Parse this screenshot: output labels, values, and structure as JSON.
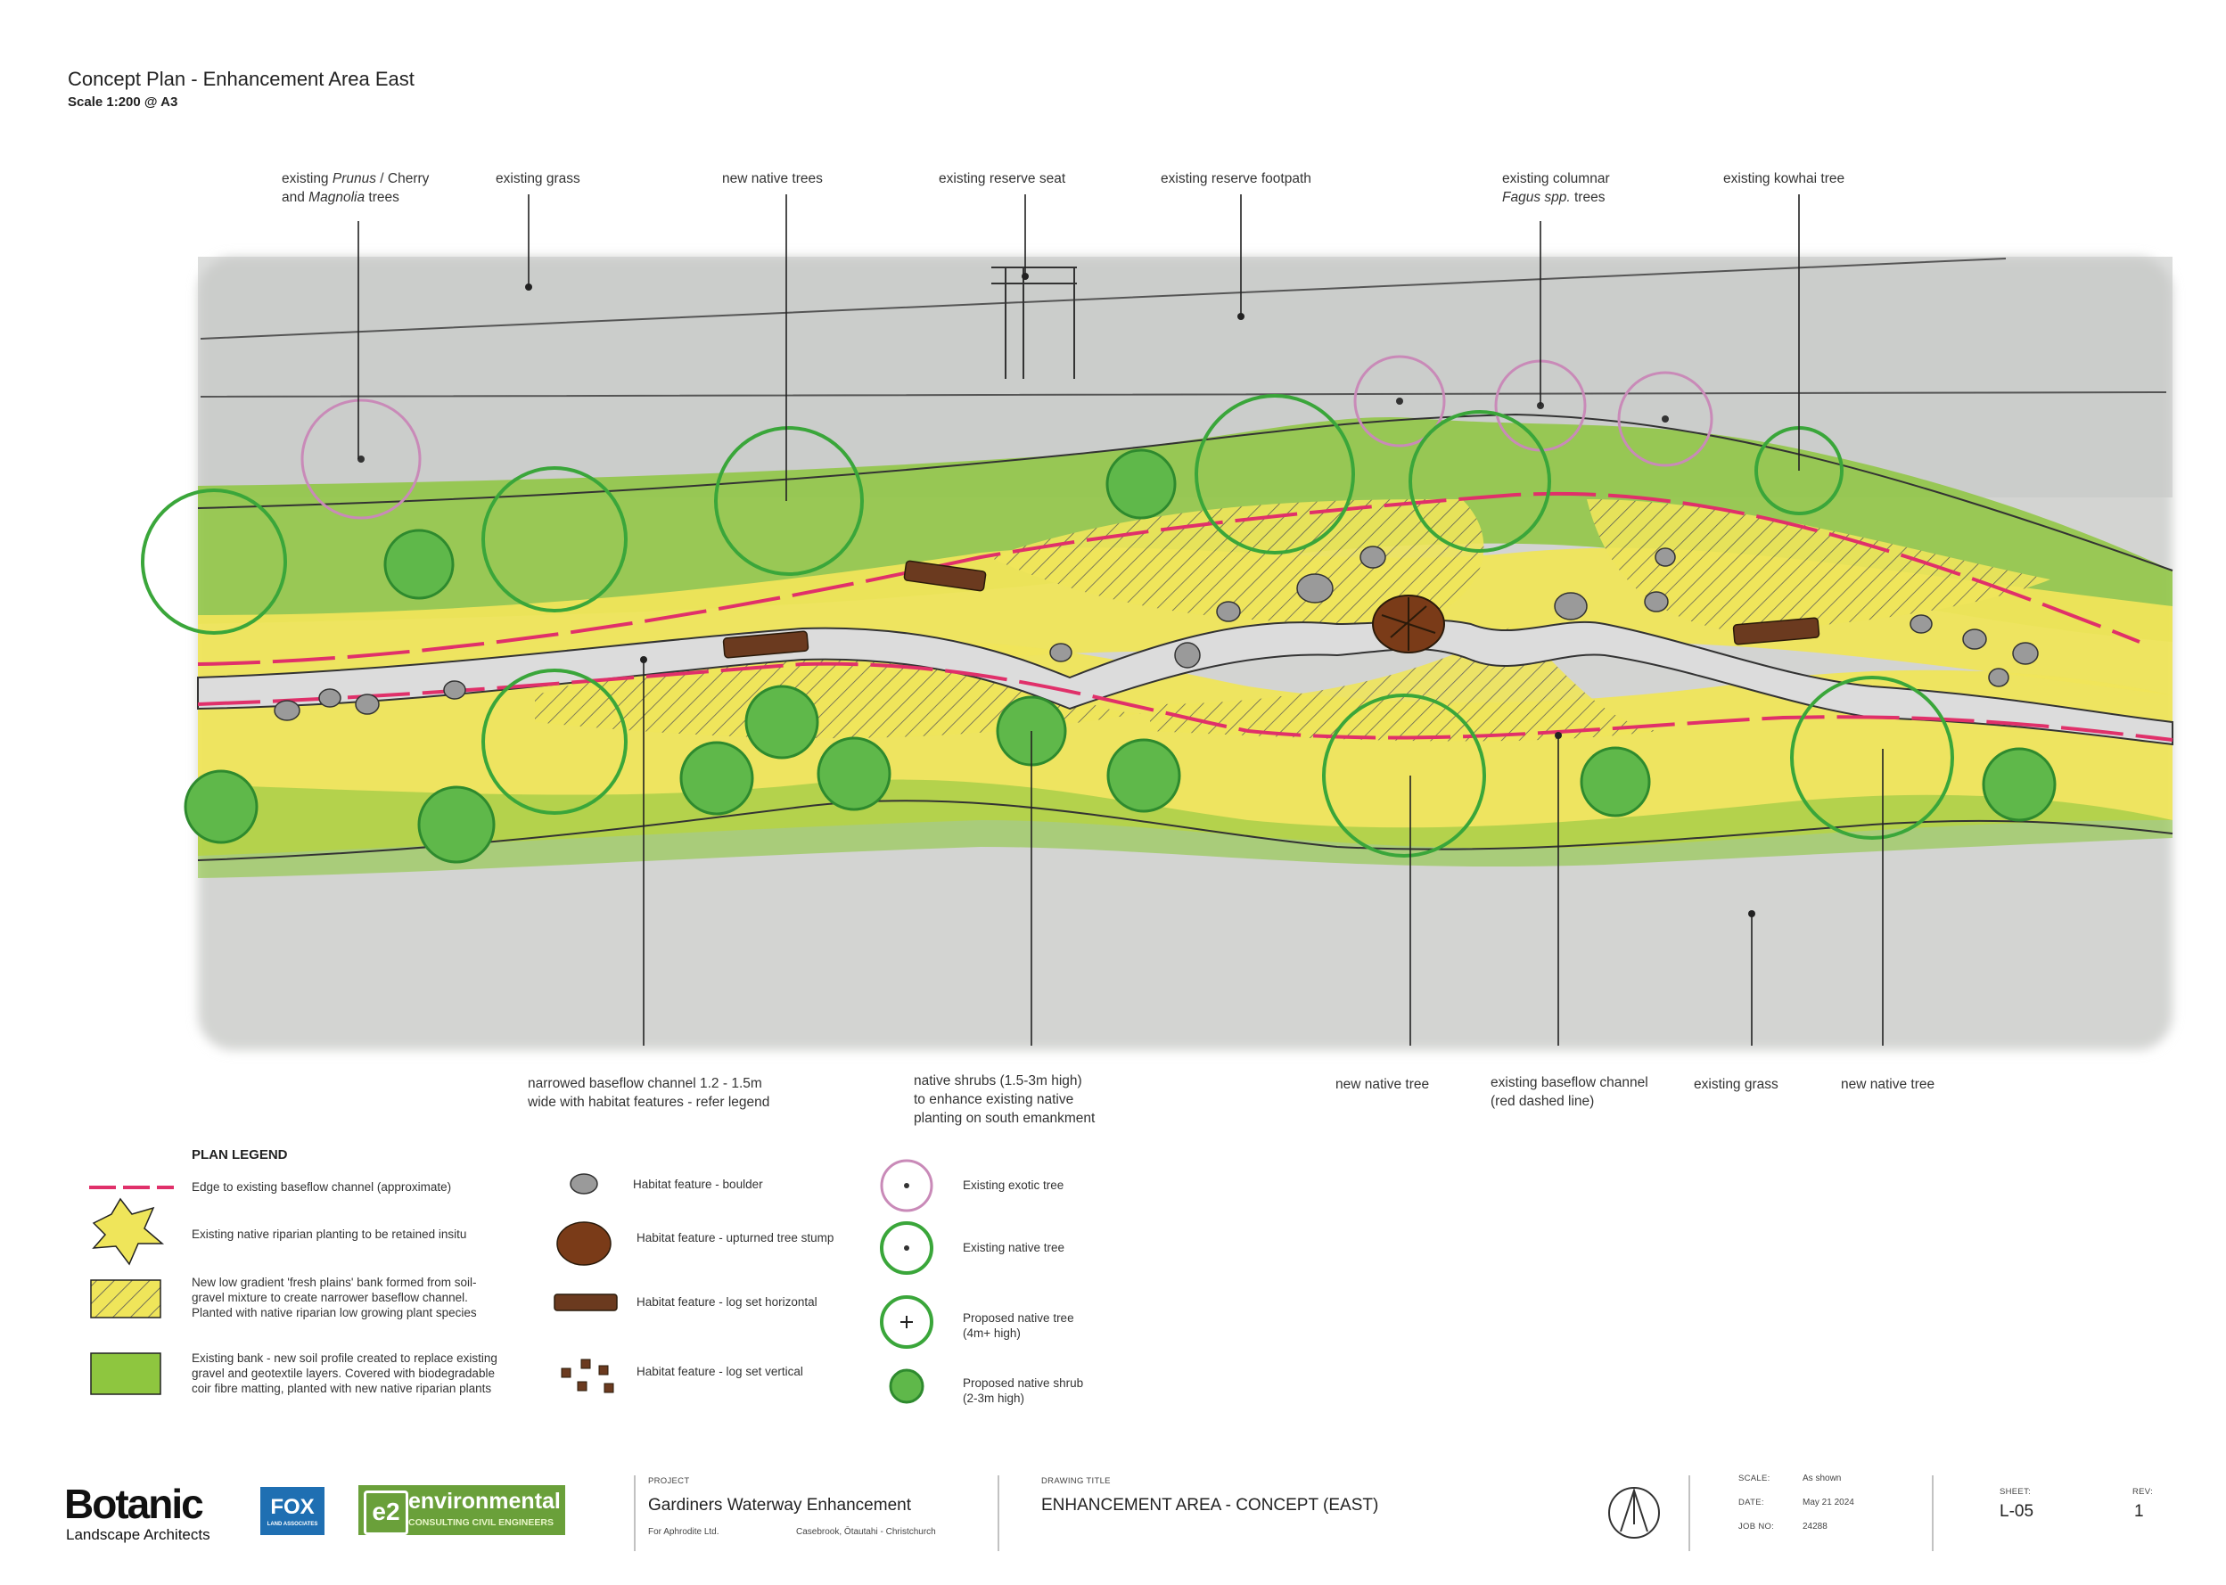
{
  "title": "Concept Plan - Enhancement Area East",
  "scale": "Scale 1:200 @ A3",
  "callouts_top": [
    {
      "id": "prunus",
      "line1_a": "existing ",
      "line1_i": "Prunus",
      "line1_b": " / Cherry",
      "line2_a": "and ",
      "line2_i": "Magnolia",
      "line2_b": " trees"
    },
    {
      "id": "grass",
      "text": "existing grass"
    },
    {
      "id": "new-trees",
      "text": "new native trees"
    },
    {
      "id": "seat",
      "text": "existing reserve seat"
    },
    {
      "id": "footpath",
      "text": "existing reserve footpath"
    },
    {
      "id": "fagus",
      "line1": "existing columnar",
      "line2_i": "Fagus spp.",
      "line2_b": " trees"
    },
    {
      "id": "kowhai",
      "text": "existing kowhai tree"
    }
  ],
  "callouts_bottom": [
    {
      "id": "baseflow",
      "line1": "narrowed baseflow channel 1.2 - 1.5m",
      "line2": "wide with habitat features - refer legend"
    },
    {
      "id": "shrubs",
      "line1": "native shrubs (1.5-3m high)",
      "line2": "to enhance existing native",
      "line3": "planting on south emankment"
    },
    {
      "id": "new-tree-1",
      "text": "new native tree"
    },
    {
      "id": "existing-channel",
      "line1": "existing baseflow channel",
      "line2": "(red dashed line)"
    },
    {
      "id": "grass-2",
      "text": "existing grass"
    },
    {
      "id": "new-tree-2",
      "text": "new native tree"
    }
  ],
  "legend": {
    "heading": "PLAN LEGEND",
    "col1": [
      {
        "lines": [
          "Edge to existing baseflow channel (approximate)"
        ]
      },
      {
        "lines": [
          "Existing native riparian planting to be retained insitu"
        ]
      },
      {
        "lines": [
          "New low gradient 'fresh plains' bank formed from soil-",
          "gravel mixture to create narrower baseflow channel.",
          "Planted with native riparian low growing plant species"
        ]
      },
      {
        "lines": [
          "Existing bank - new soil profile created to replace existing",
          "gravel and geotextile layers. Covered with biodegradable",
          "coir fibre matting, planted with new native riparian plants"
        ]
      }
    ],
    "col2": [
      {
        "text": "Habitat feature - boulder"
      },
      {
        "text": "Habitat feature - upturned tree stump"
      },
      {
        "text": "Habitat feature - log set horizontal"
      },
      {
        "text": "Habitat feature - log set vertical"
      }
    ],
    "col3": [
      {
        "lines": [
          "Existing exotic tree"
        ]
      },
      {
        "lines": [
          "Existing native tree"
        ]
      },
      {
        "lines": [
          "Proposed native tree",
          "(4m+ high)"
        ]
      },
      {
        "lines": [
          "Proposed native shrub",
          "(2-3m high)"
        ]
      }
    ]
  },
  "title_block": {
    "logo_main": "Botanic",
    "logo_sub": "Landscape Architects",
    "fox": "FOX",
    "fox_sub": "LAND ASSOCIATES",
    "e2_mark": "e2",
    "e2_main": "environmental",
    "e2_sub": "CONSULTING CIVIL ENGINEERS",
    "project_label": "PROJECT",
    "project": "Gardiners Waterway Enhancement",
    "client": "For Aphrodite Ltd.",
    "location": "Casebrook, Ōtautahi - Christchurch",
    "drawing_title_label": "DRAWING TITLE",
    "drawing_title": "ENHANCEMENT AREA - CONCEPT (EAST)",
    "scale_label": "SCALE:",
    "scale_value": "As shown",
    "date_label": "DATE:",
    "date_value": "May 21 2024",
    "job_label": "JOB NO:",
    "job_value": "24288",
    "sheet_label": "SHEET:",
    "sheet_value": "L-05",
    "rev_label": "REV:",
    "rev_value": "1"
  },
  "colors": {
    "yellow": "#efe55a",
    "green": "#8ec63f",
    "tree_green": "#3aa63a",
    "exotic_pink": "#c98ab8",
    "channel_red": "#e0306a",
    "log_brown": "#6b3a1f",
    "boulder_grey": "#9a9a9a"
  }
}
